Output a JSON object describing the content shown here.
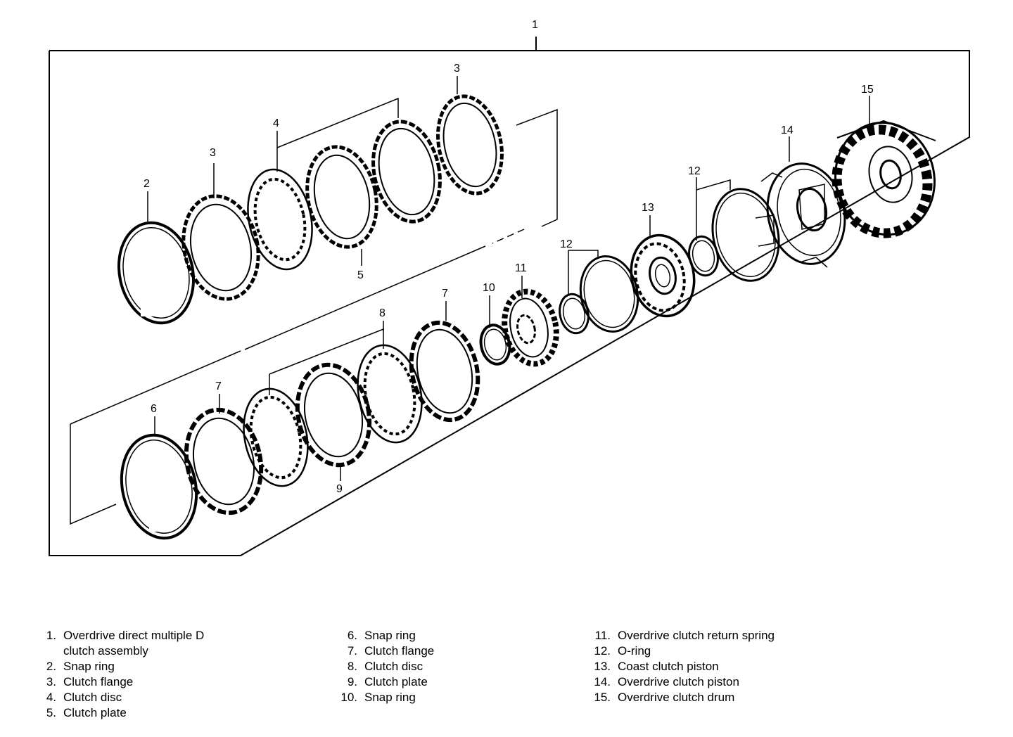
{
  "callouts": {
    "c1": "1",
    "c2": "2",
    "c3a": "3",
    "c3b": "3",
    "c4": "4",
    "c5": "5",
    "c6": "6",
    "c7": "7",
    "c8": "8",
    "c9": "9",
    "c10": "10",
    "c11": "11",
    "c12a": "12",
    "c12b": "12",
    "c13": "13",
    "c14": "14",
    "c15": "15"
  },
  "legend": {
    "col1": [
      {
        "num": "1.",
        "text": "Overdrive direct multiple D"
      },
      {
        "num": "",
        "text": "clutch assembly"
      },
      {
        "num": "2.",
        "text": "Snap ring"
      },
      {
        "num": "3.",
        "text": "Clutch flange"
      },
      {
        "num": "4.",
        "text": "Clutch disc"
      },
      {
        "num": "5.",
        "text": "Clutch plate"
      }
    ],
    "col2": [
      {
        "num": "6.",
        "text": "Snap ring"
      },
      {
        "num": "7.",
        "text": "Clutch flange"
      },
      {
        "num": "8.",
        "text": "Clutch disc"
      },
      {
        "num": "9.",
        "text": "Clutch plate"
      },
      {
        "num": "10.",
        "text": "Snap ring"
      }
    ],
    "col3": [
      {
        "num": "11.",
        "text": "Overdrive clutch return spring"
      },
      {
        "num": "12.",
        "text": "O-ring"
      },
      {
        "num": "13.",
        "text": "Coast clutch piston"
      },
      {
        "num": "14.",
        "text": "Overdrive clutch piston"
      },
      {
        "num": "15.",
        "text": "Overdrive clutch drum"
      }
    ]
  }
}
